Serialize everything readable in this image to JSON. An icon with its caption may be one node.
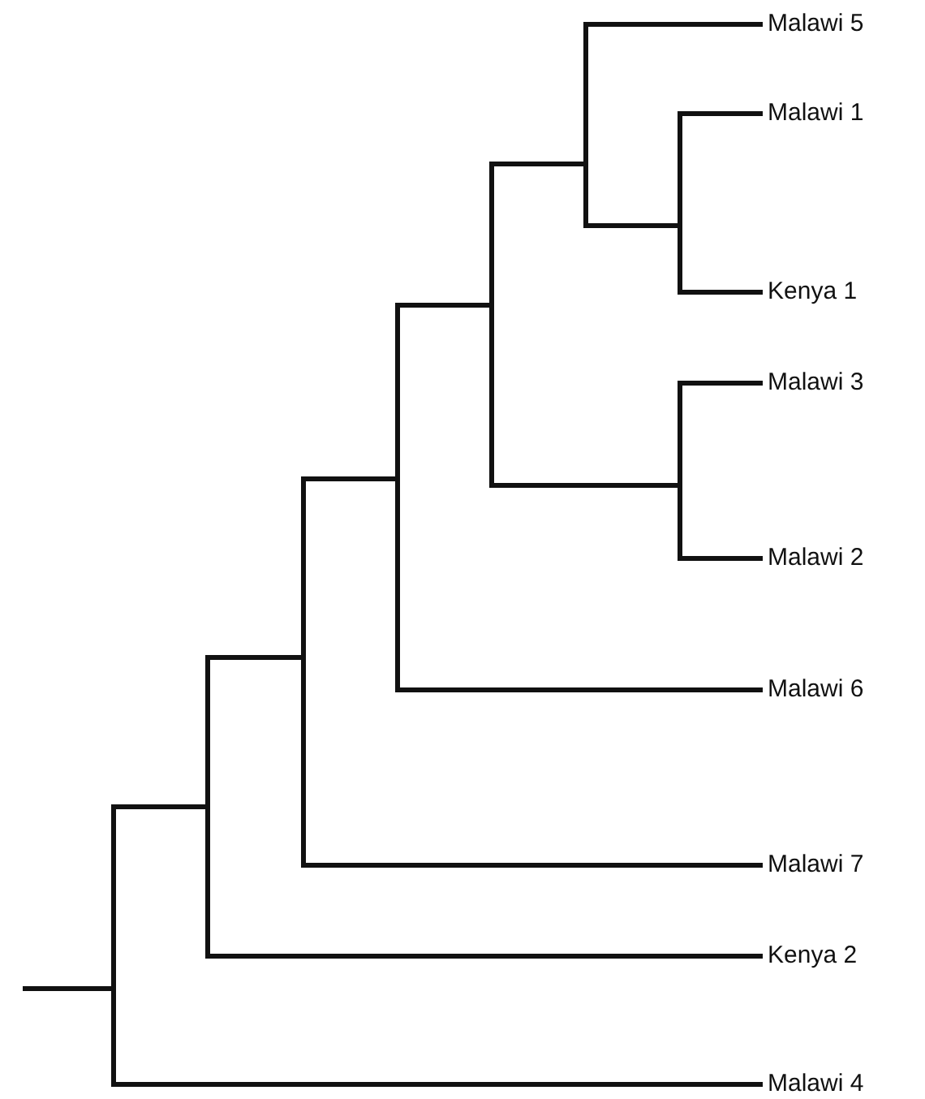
{
  "diagram": {
    "labels": [
      "Malawi 5",
      "Malawi 1",
      "Kenya 1",
      "Malawi 3",
      "Malawi 2",
      "Malawi 6",
      "Malawi 7",
      "Kenya 2",
      "Malawi 4"
    ]
  }
}
